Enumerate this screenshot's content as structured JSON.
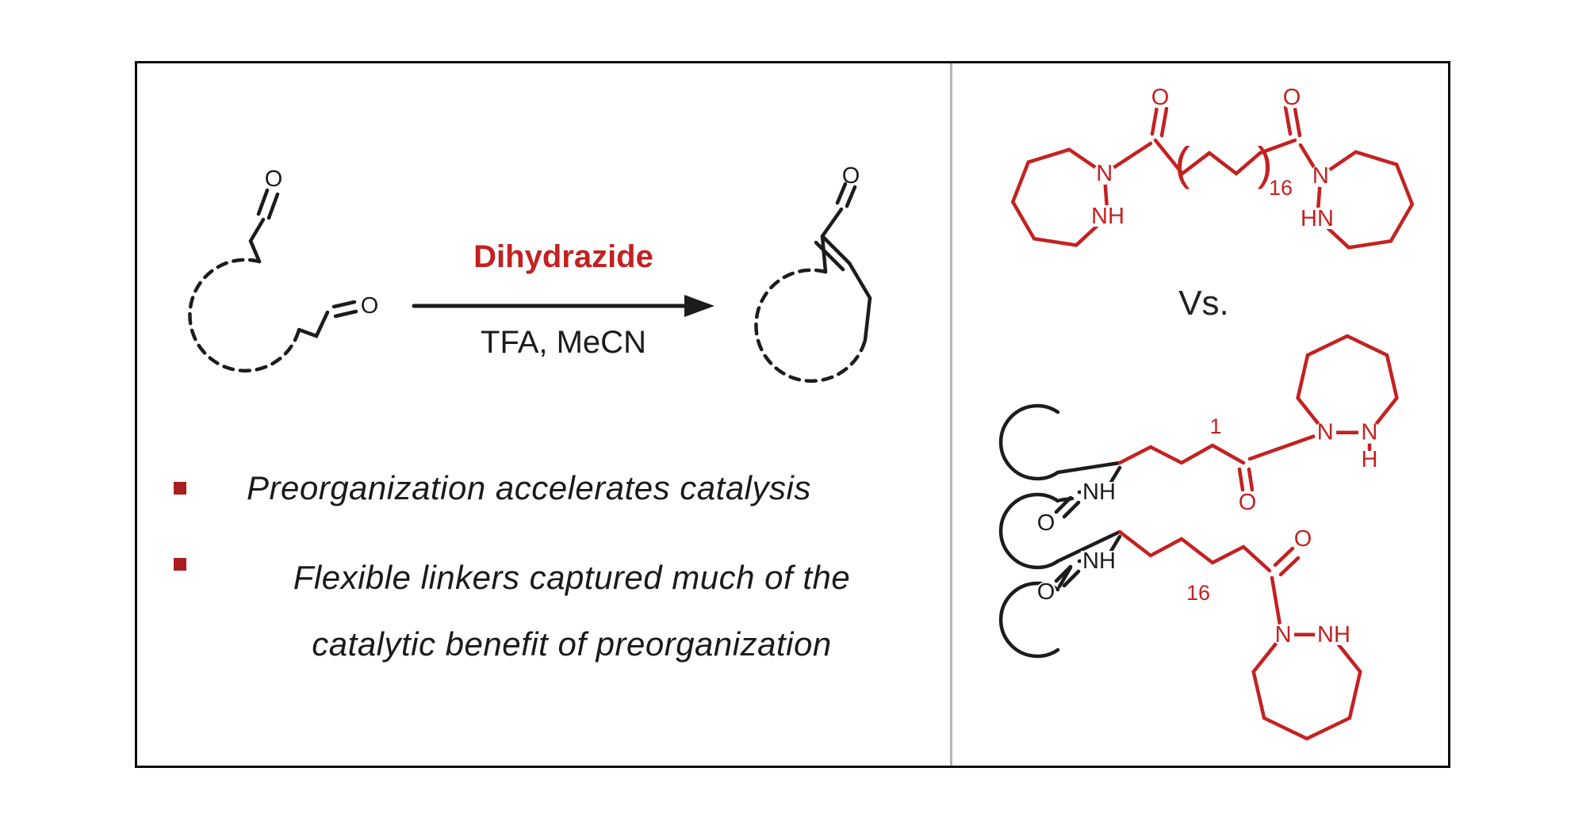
{
  "colors": {
    "accent_red": "#c42121",
    "structure_black": "#1c1c1c",
    "divider_gray": "#b3b3b3",
    "bullet_red": "#a81f1f"
  },
  "scheme": {
    "reagent": "Dihydrazide",
    "conditions": "TFA, MeCN",
    "reactant": {
      "aldehyde_top_o": "O",
      "aldehyde_side_o": "O"
    },
    "product": {
      "aldehyde_o": "O"
    }
  },
  "bullets": {
    "item1": {
      "text": "Preorganization accelerates catalysis"
    },
    "item2": {
      "line1": "Flexible linkers captured much of the",
      "line2": "catalytic benefit of preorganization"
    }
  },
  "comparison": {
    "vs": "Vs.",
    "top_catalyst": {
      "o_left": "O",
      "o_right": "O",
      "n_left": "N",
      "nh_left": "NH",
      "n_right": "N",
      "hn_right": "HN",
      "paren_open": "(",
      "paren_close": ")",
      "repeat": "16"
    },
    "bottom_catalyst": {
      "backbone": {
        "nh1": "NH",
        "o1": "O",
        "nh2": "NH",
        "o2": "O"
      },
      "chain1": {
        "label": "1",
        "o": "O",
        "n1": "N",
        "n2": "N",
        "h": "H"
      },
      "chain16": {
        "label": "16",
        "o": "O",
        "n1": "N",
        "nh": "NH"
      }
    }
  }
}
